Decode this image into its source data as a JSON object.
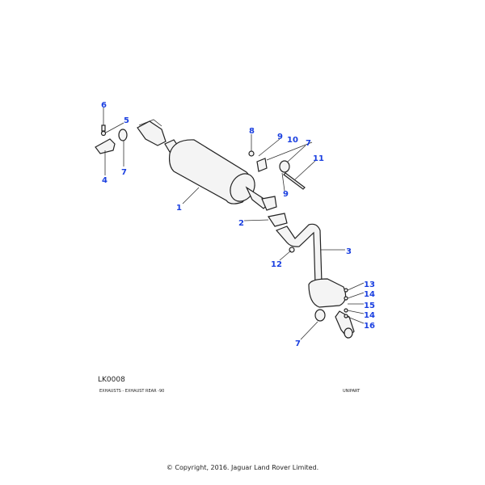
{
  "diagram": {
    "callouts": [
      "6",
      "5",
      "4",
      "7",
      "1",
      "8",
      "9",
      "10",
      "7",
      "11",
      "9",
      "2",
      "3",
      "12",
      "13",
      "14",
      "15",
      "14",
      "16",
      "7"
    ]
  },
  "footer": {
    "code": "LK0008",
    "caption": "EXHAUSTS - EXHAUST REAR -90",
    "brand": "UNIPART",
    "copyright": "© Copyright, 2016. Jaguar Land Rover Limited."
  }
}
